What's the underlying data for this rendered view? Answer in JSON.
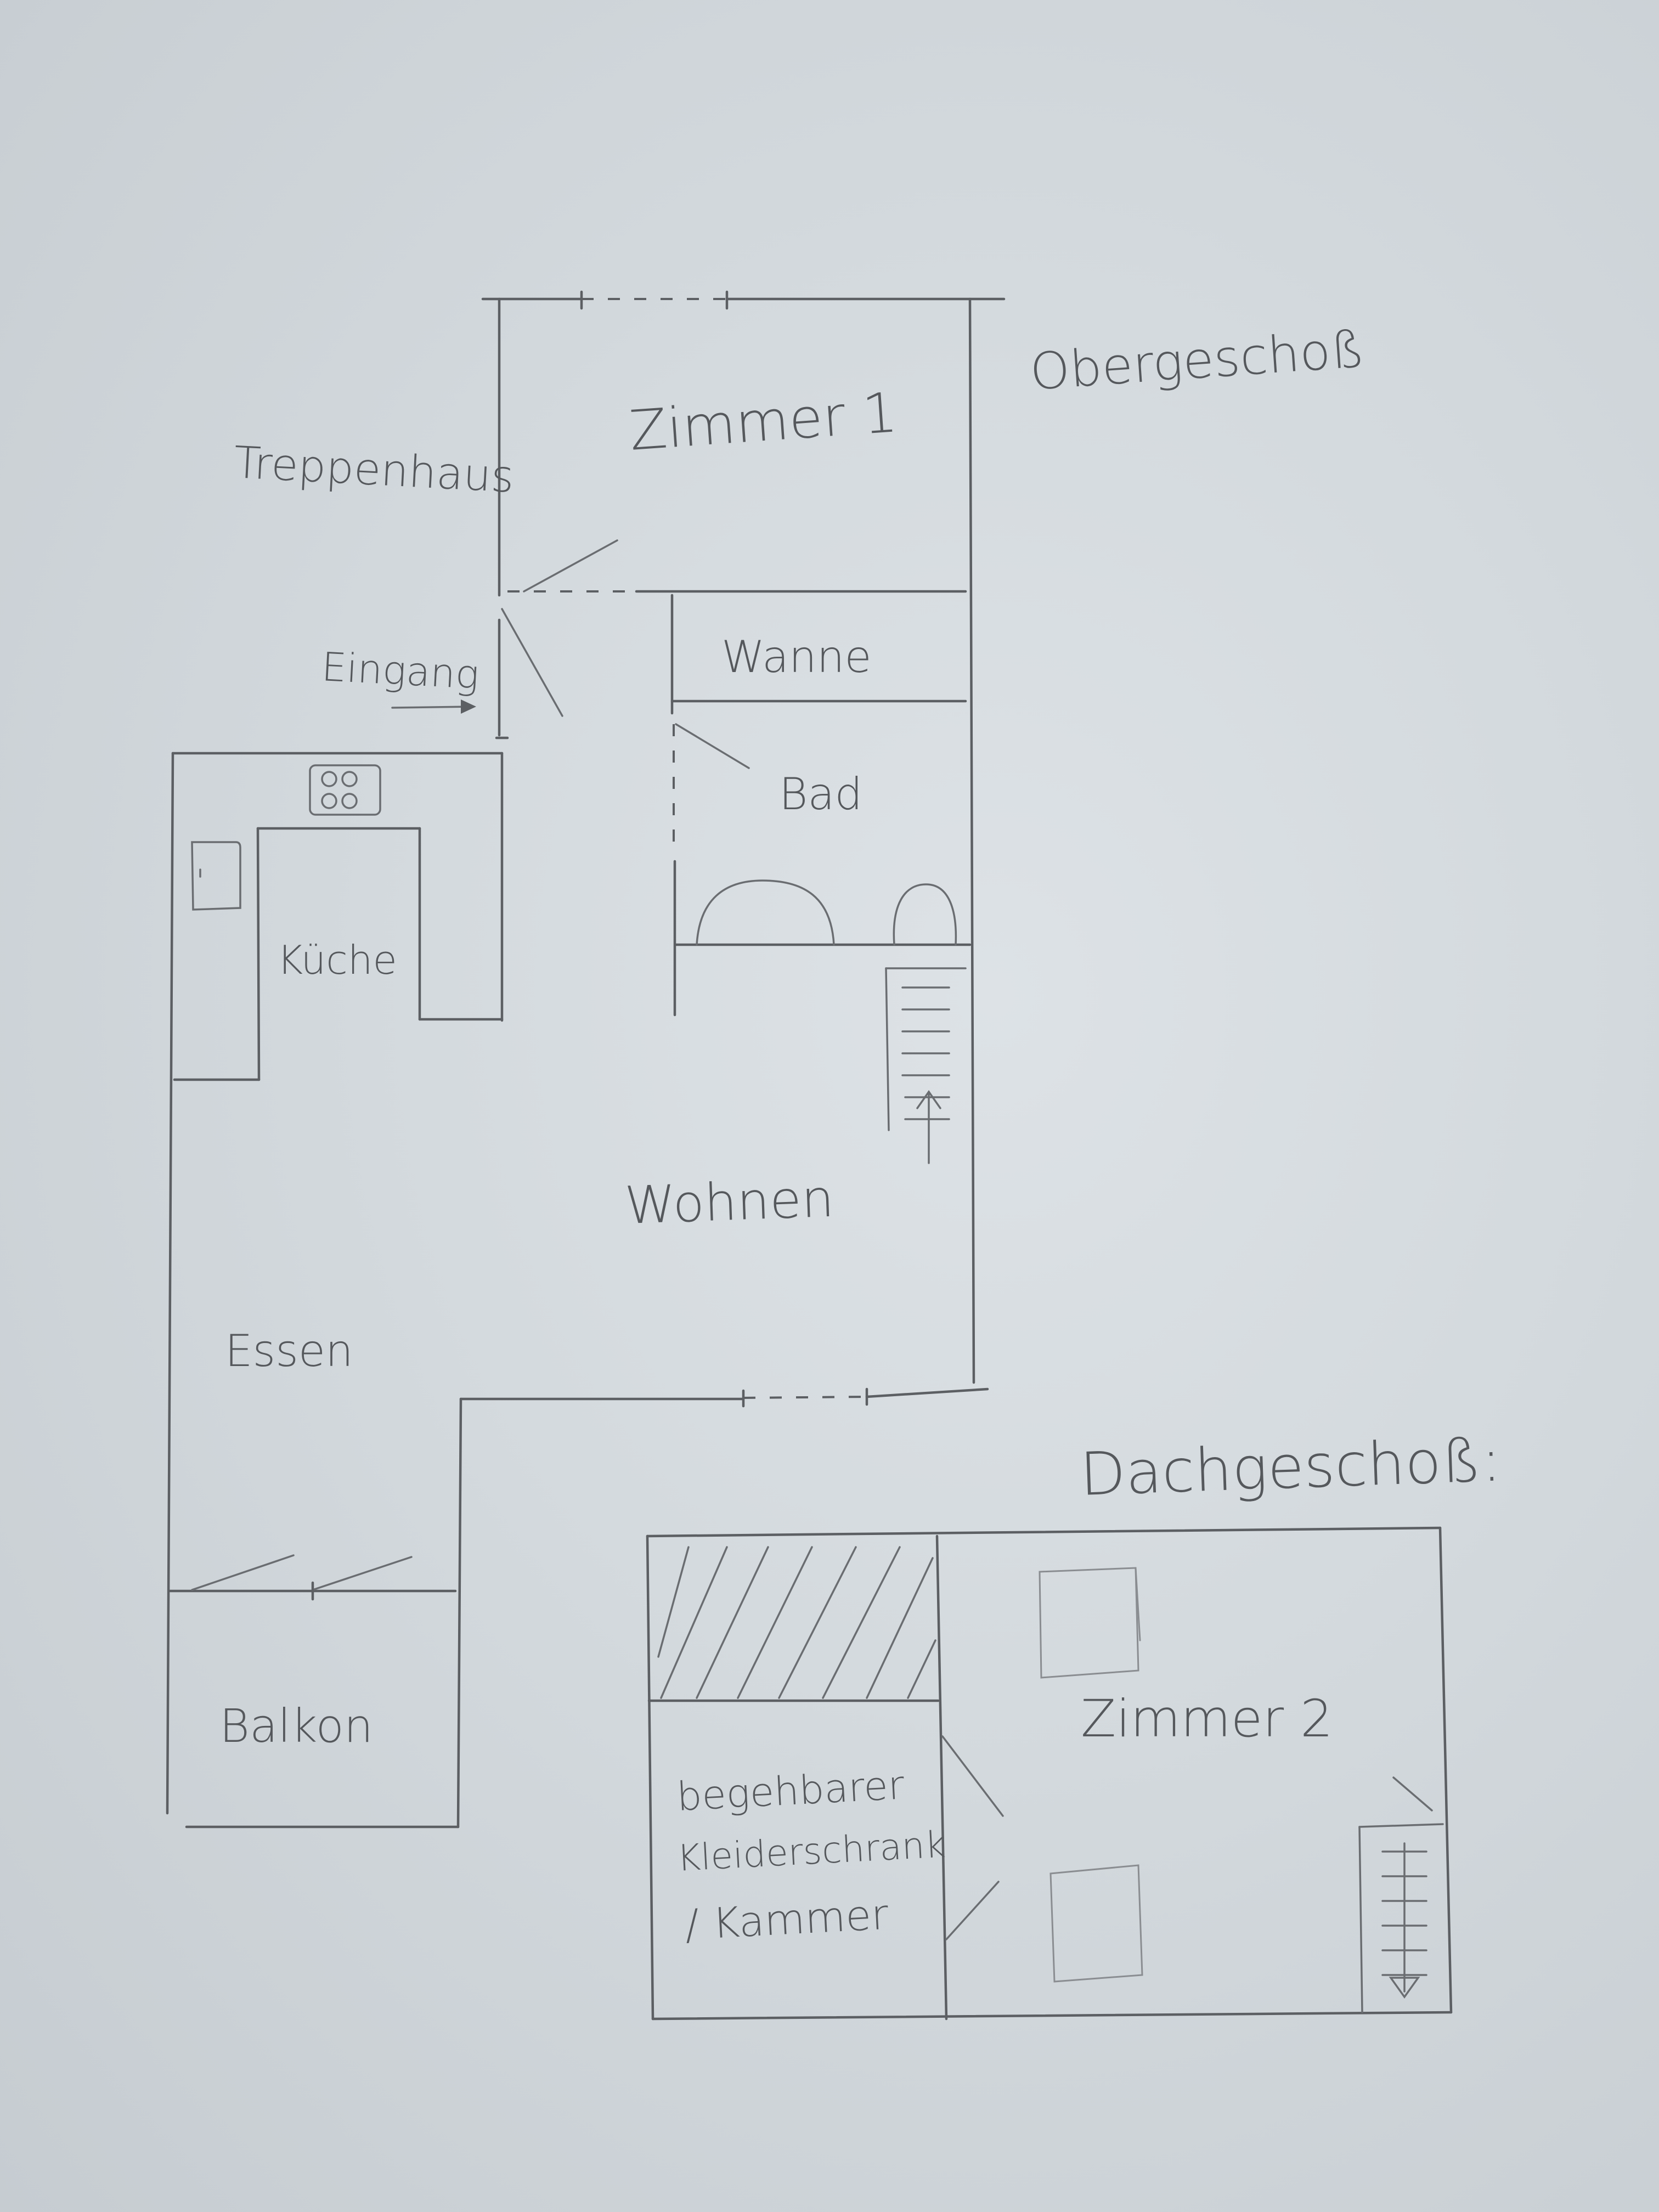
{
  "floors": {
    "upper": "Obergeschoß",
    "attic": "Dachgeschoß:"
  },
  "rooms": {
    "zimmer1": "Zimmer 1",
    "treppenhaus": "Treppenhaus",
    "eingang": "Eingang",
    "wanne": "Wanne",
    "bad": "Bad",
    "kueche": "Küche",
    "wohnen": "Wohnen",
    "essen": "Essen",
    "balkon": "Balkon",
    "zimmer2": "Zimmer 2",
    "kammer_line1": "begehbarer",
    "kammer_line2": "Kleiderschrank",
    "kammer_line3": "/ Kammer"
  },
  "colors": {
    "paper": "#d6dbdf",
    "pencil": "#5c5f63"
  }
}
